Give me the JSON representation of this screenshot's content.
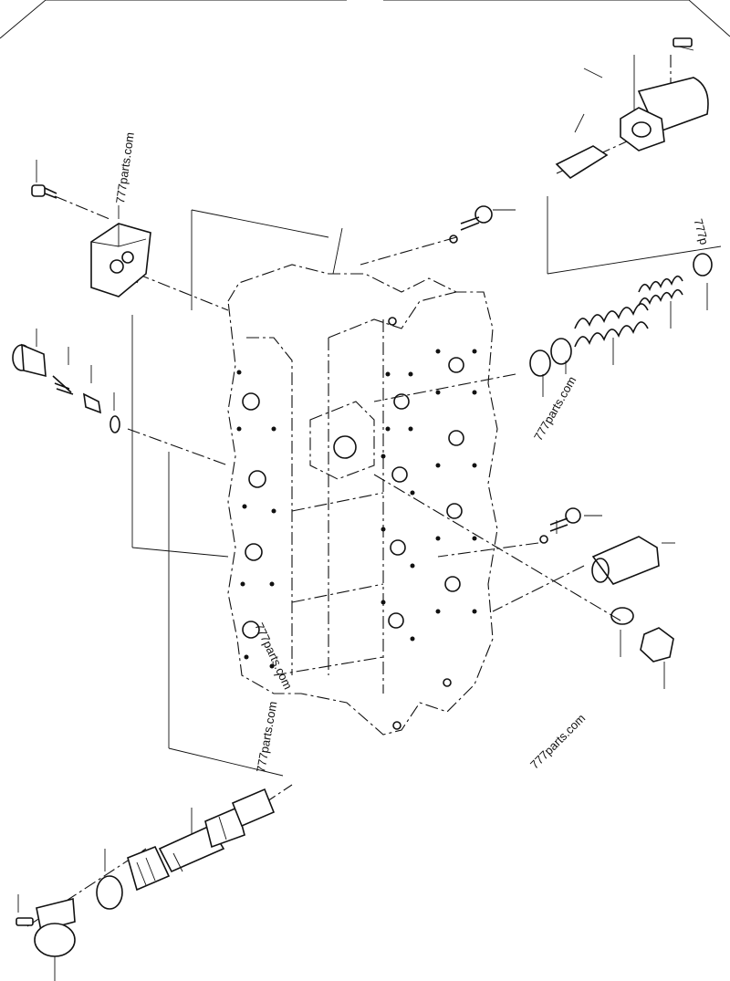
{
  "watermarks": [
    {
      "text": "777parts.com"
    },
    {
      "text": "777parts.com"
    },
    {
      "text": "777parts.com"
    },
    {
      "text": "777parts.com"
    },
    {
      "text": "777parts.com"
    },
    {
      "text": "777p"
    }
  ]
}
